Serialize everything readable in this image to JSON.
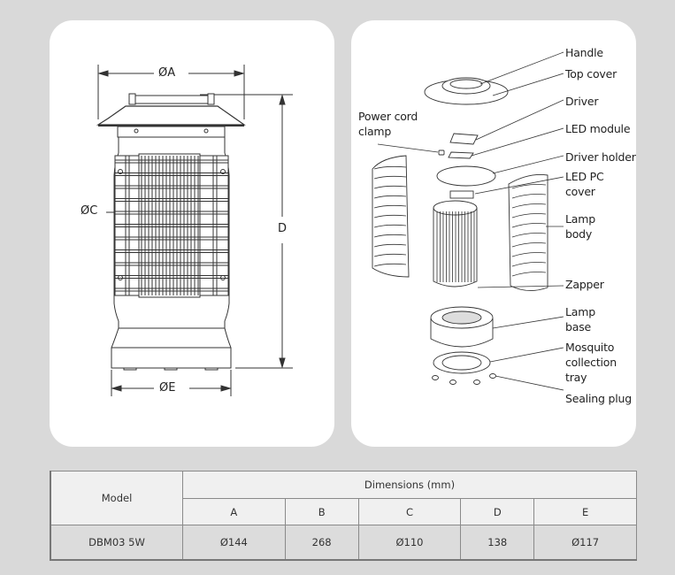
{
  "dimension_drawing": {
    "labels": {
      "diameter_a": "ØA",
      "diameter_c": "ØC",
      "height_d": "D",
      "diameter_e": "ØE"
    }
  },
  "exploded_view": {
    "parts": [
      {
        "label": "Handle"
      },
      {
        "label": "Top cover"
      },
      {
        "label": "Driver"
      },
      {
        "label": "LED module"
      },
      {
        "label": "Driver holder"
      },
      {
        "label": "LED PC\ncover"
      },
      {
        "label": "Lamp\nbody"
      },
      {
        "label": "Zapper"
      },
      {
        "label": "Lamp\nbase"
      },
      {
        "label": "Mosquito\ncollection\ntray"
      },
      {
        "label": "Sealing plug"
      }
    ],
    "left_callout": "Power cord\nclamp"
  },
  "spec_table": {
    "model_header": "Model",
    "group_header": "Dimensions (mm)",
    "columns": [
      "A",
      "B",
      "C",
      "D",
      "E"
    ],
    "rows": [
      {
        "model": "DBM03 5W",
        "values": [
          "Ø144",
          "268",
          "Ø110",
          "138",
          "Ø117"
        ]
      }
    ]
  }
}
